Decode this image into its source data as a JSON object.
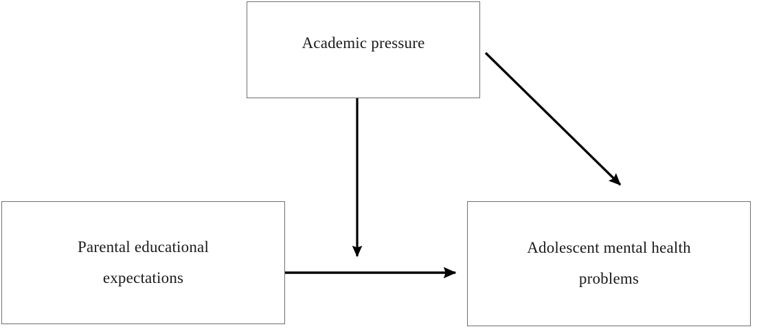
{
  "diagram": {
    "type": "conceptual-model",
    "title": "",
    "background_color": "#ffffff",
    "box_border_color": "#6e6e6e",
    "arrow_color": "#000000",
    "text_color": "#1a1a1a",
    "nodes": [
      {
        "id": "academic-pressure",
        "label": "Academic pressure",
        "role": "mediator",
        "position": "top-center"
      },
      {
        "id": "parental-expectations",
        "label": "Parental educational\nexpectations",
        "role": "independent-variable",
        "position": "bottom-left"
      },
      {
        "id": "adolescent-mental-health",
        "label": "Adolescent mental health\nproblems",
        "role": "dependent-variable",
        "position": "bottom-right"
      }
    ],
    "edges": [
      {
        "id": "parental-to-adolescent",
        "from": "parental-expectations",
        "to": "adolescent-mental-health",
        "orientation": "horizontal",
        "label": ""
      },
      {
        "id": "academic-to-path",
        "from": "academic-pressure",
        "to": "parental-to-adolescent",
        "orientation": "vertical",
        "label": ""
      },
      {
        "id": "academic-to-adolescent",
        "from": "academic-pressure",
        "to": "adolescent-mental-health",
        "orientation": "diagonal",
        "label": ""
      }
    ]
  }
}
